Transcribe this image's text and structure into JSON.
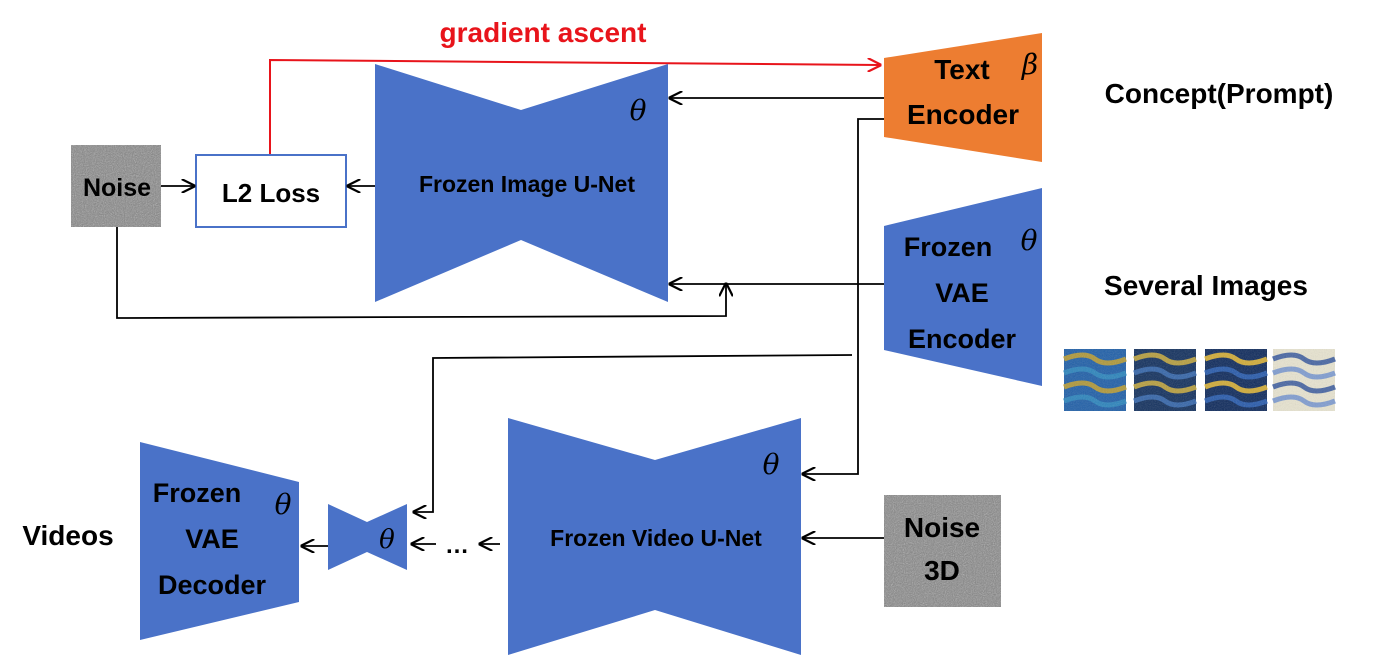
{
  "gradient_label": "gradient ascent",
  "gradient_color": "#e8141b",
  "unet_color": "#4a72c8",
  "encoder_color": "#ed7d31",
  "noise_label": "Noise",
  "l2_loss_label": "L2 Loss",
  "image_unet_label": "Frozen Image U-Net",
  "text_encoder": {
    "line1": "Text",
    "line2": "Encoder",
    "param": "β"
  },
  "vae_encoder": {
    "line1": "Frozen",
    "line2": "VAE",
    "line3": "Encoder"
  },
  "vae_decoder": {
    "line1": "Frozen",
    "line2": "VAE",
    "line3": "Decoder"
  },
  "video_unet_label": "Frozen Video U-Net",
  "noise3d": {
    "line1": "Noise",
    "line2": "3D"
  },
  "theta": "θ",
  "ellipsis": "…",
  "concept_label": "Concept(Prompt)",
  "images_label": "Several Images",
  "videos_label": "Videos",
  "thumbnails": [
    {
      "name": "thumb-1",
      "colors": [
        "#1f5fa8",
        "#c9a227",
        "#2e8bc0"
      ]
    },
    {
      "name": "thumb-2",
      "colors": [
        "#12305e",
        "#d4b13a",
        "#3b6fb6"
      ]
    },
    {
      "name": "thumb-3",
      "colors": [
        "#0e2a5c",
        "#f2c230",
        "#2b63b8"
      ]
    },
    {
      "name": "thumb-4",
      "colors": [
        "#e8e4d0",
        "#2a4f9a",
        "#6c8fd0"
      ]
    }
  ]
}
